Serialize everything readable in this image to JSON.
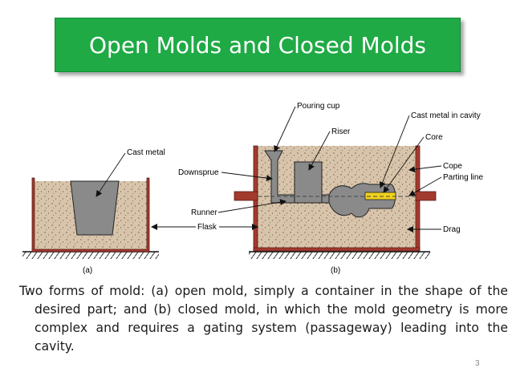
{
  "title": "Open Molds and Closed Molds",
  "figure": {
    "open_mold": {
      "caption": "(a)",
      "labels": {
        "cast_metal": "Cast metal"
      }
    },
    "closed_mold": {
      "caption": "(b)",
      "labels": {
        "pouring_cup": "Pouring cup",
        "cast_metal_in_cavity": "Cast metal in cavity",
        "riser": "Riser",
        "core": "Core",
        "downsprue": "Downsprue",
        "cope": "Cope",
        "parting_line": "Parting line",
        "runner": "Runner",
        "flask": "Flask",
        "drag": "Drag"
      }
    },
    "colors": {
      "sand": "#d8c4aa",
      "flask": "#a33a2e",
      "metal": "#8a8a8a",
      "core": "#f2d21c"
    }
  },
  "caption_text": "Two forms of mold: (a) open mold, simply a container in the shape of the desired part; and (b) closed mold, in which the mold geometry is more complex and requires a gating system (passageway) leading into the cavity.",
  "slide_number": "3"
}
